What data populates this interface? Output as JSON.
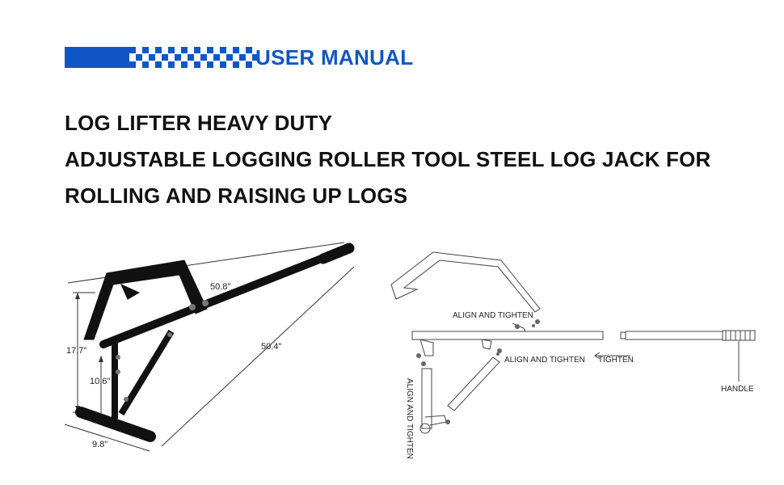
{
  "header": {
    "title": "USER MANUAL",
    "accent_color": "#1156c4"
  },
  "product_title": {
    "line1": "LOG LIFTER HEAVY DUTY",
    "line2": "ADJUSTABLE LOGGING ROLLER TOOL STEEL LOG JACK FOR",
    "line3": "ROLLING AND RAISING UP LOGS"
  },
  "dimensions": {
    "handle_length": "50.8\"",
    "overall_length": "50.4\"",
    "height": "17.7\"",
    "base_height": "10.6\"",
    "base_width": "9.8\""
  },
  "assembly": {
    "align_tighten_top": "ALIGN AND TIGHTEN",
    "align_tighten_mid": "ALIGN AND TIGHTEN",
    "align_tighten_vertical": "ALIGN AND TIGHTEN",
    "tighten": "TIGHTEN",
    "handle": "HANDLE"
  }
}
